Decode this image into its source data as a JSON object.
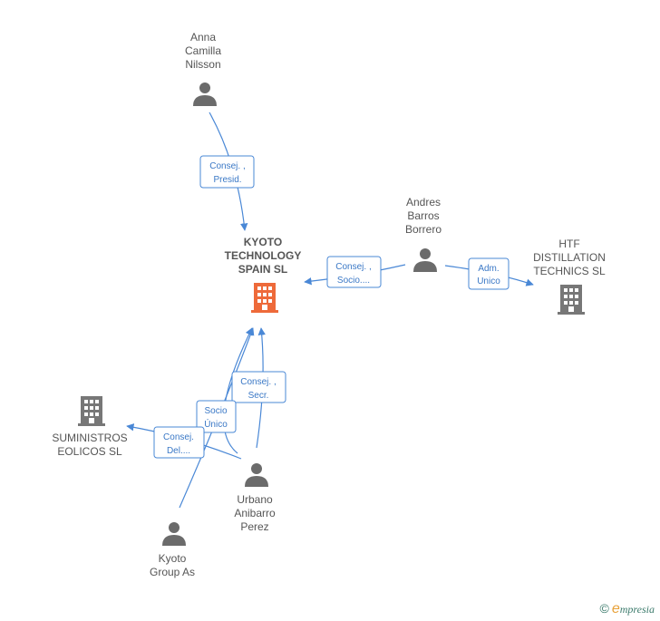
{
  "nodes": {
    "kyoto_tech": {
      "lines": [
        "KYOTO",
        "TECHNOLOGY",
        "SPAIN  SL"
      ]
    },
    "anna": {
      "lines": [
        "Anna",
        "Camilla",
        "Nilsson"
      ]
    },
    "andres": {
      "lines": [
        "Andres",
        "Barros",
        "Borrero"
      ]
    },
    "htf": {
      "lines": [
        "HTF",
        "DISTILLATION",
        "TECHNICS  SL"
      ]
    },
    "suministros": {
      "lines": [
        "SUMINISTROS",
        "EOLICOS SL"
      ]
    },
    "urbano": {
      "lines": [
        "Urbano",
        "Anibarro",
        "Perez"
      ]
    },
    "kyoto_group": {
      "lines": [
        "Kyoto",
        "Group As"
      ]
    }
  },
  "edges": {
    "anna_kyoto": [
      "Consej. ,",
      "Presid."
    ],
    "andres_kyoto": [
      "Consej. ,",
      "Socio...."
    ],
    "andres_htf": [
      "Adm.",
      "Unico"
    ],
    "urbano_kyoto_secr": [
      "Consej. ,",
      "Secr."
    ],
    "group_kyoto_socio": [
      "Socio",
      "Único"
    ],
    "urbano_suministros": [
      "Consej.",
      "Del...."
    ]
  },
  "footer": {
    "copyright": "©",
    "brand_initial": "e",
    "brand_rest": "mpresia"
  },
  "colors": {
    "edge": "#4a88d6",
    "main_company": "#ee6a3a",
    "company": "#777777",
    "person": "#6b6b6b"
  }
}
